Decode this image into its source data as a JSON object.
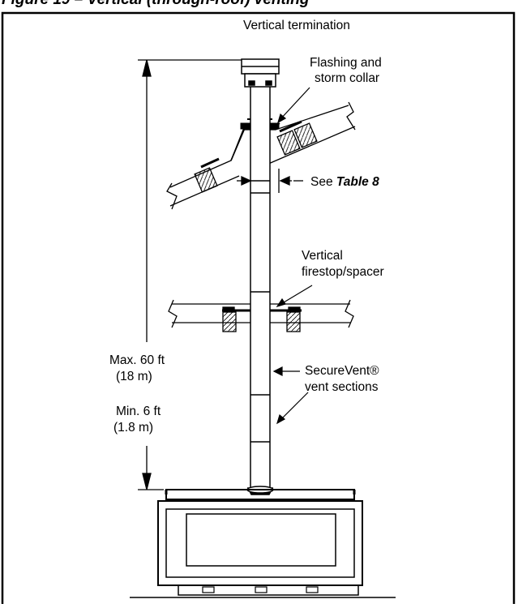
{
  "figure": {
    "title": "Figure 19 – Vertical (through-roof) venting"
  },
  "labels": {
    "vertical_termination": "Vertical termination",
    "flashing_line1": "Flashing and",
    "flashing_line2": "storm collar",
    "see_prefix": "See ",
    "see_ref": "Table 8",
    "firestop_line1": "Vertical",
    "firestop_line2": "firestop/spacer",
    "vent_line1": "SecureVent®",
    "vent_line2": "vent sections",
    "max_line1": "Max. 60 ft",
    "max_line2": "(18 m)",
    "min_line1": "Min. 6 ft",
    "min_line2": "(1.8 m)"
  },
  "colors": {
    "ink": "#000000",
    "background": "#ffffff"
  }
}
